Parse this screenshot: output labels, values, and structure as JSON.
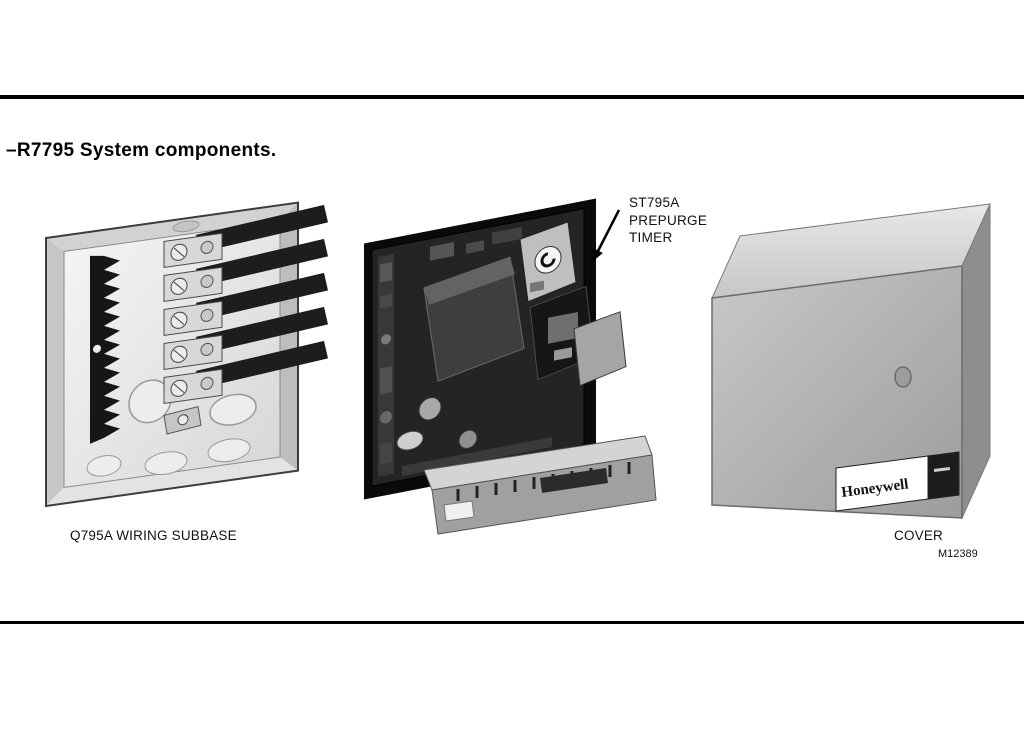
{
  "figure": {
    "title": "–R7795 System components.",
    "code": "M12389",
    "callouts": {
      "timer_lines": [
        "ST795A",
        "PREPURGE",
        "TIMER"
      ],
      "subbase_label": "Q795A WIRING SUBBASE",
      "cover_label": "COVER"
    },
    "cover": {
      "brand": "Honeywell"
    },
    "colors": {
      "background": "#ffffff",
      "rule": "#000000",
      "text": "#111111",
      "cover_gray": "#b0b0b0",
      "module_dark": "#242424"
    }
  }
}
